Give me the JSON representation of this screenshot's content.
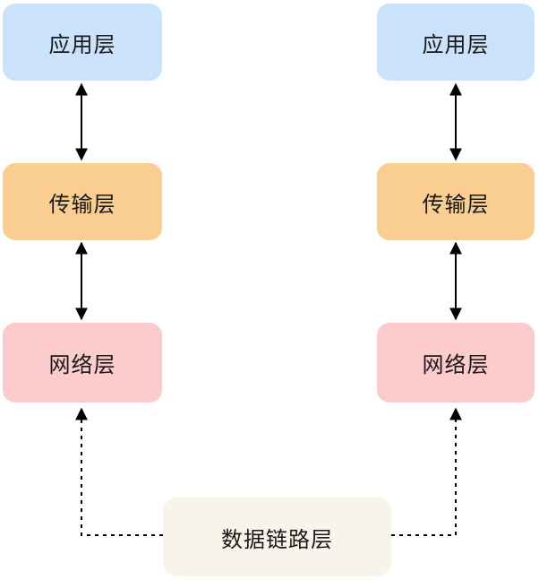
{
  "diagram": {
    "type": "layered-network-stack",
    "background_color": "#ffffff",
    "arrow_color": "#000000",
    "text_color": "#1a1a1a",
    "columns": [
      {
        "name": "left-stack",
        "layers": [
          {
            "label": "应用层",
            "color": "#cbe3fa"
          },
          {
            "label": "传输层",
            "color": "#facd91"
          },
          {
            "label": "网络层",
            "color": "#fccbcb"
          }
        ]
      },
      {
        "name": "right-stack",
        "layers": [
          {
            "label": "应用层",
            "color": "#cbe3fa"
          },
          {
            "label": "传输层",
            "color": "#facd91"
          },
          {
            "label": "网络层",
            "color": "#fccbcb"
          }
        ]
      }
    ],
    "shared_layer": {
      "label": "数据链路层",
      "color": "#f8f4ea"
    },
    "connections": [
      {
        "from": "left 应用层",
        "to": "left 传输层",
        "style": "solid",
        "bidirectional": true
      },
      {
        "from": "left 传输层",
        "to": "left 网络层",
        "style": "solid",
        "bidirectional": true
      },
      {
        "from": "right 应用层",
        "to": "right 传输层",
        "style": "solid",
        "bidirectional": true
      },
      {
        "from": "right 传输层",
        "to": "right 网络层",
        "style": "solid",
        "bidirectional": true
      },
      {
        "from": "数据链路层",
        "to": "left 网络层",
        "style": "dashed",
        "bidirectional": false
      },
      {
        "from": "数据链路层",
        "to": "right 网络层",
        "style": "dashed",
        "bidirectional": false
      }
    ]
  }
}
